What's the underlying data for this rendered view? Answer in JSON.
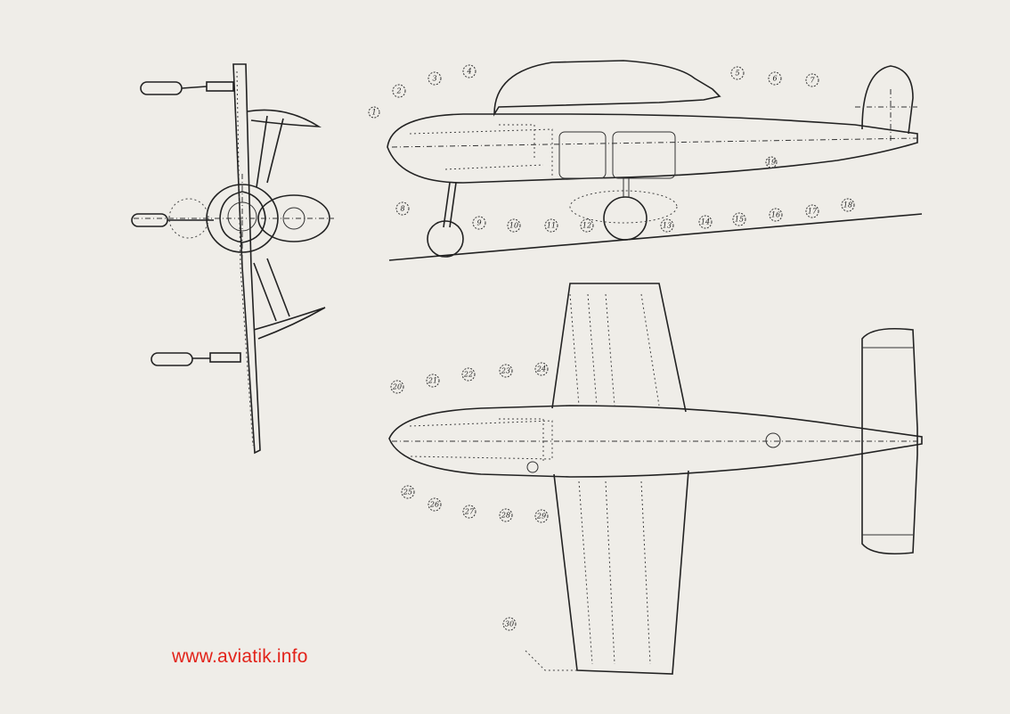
{
  "watermark": "www.aviatik.info",
  "side_view": {
    "callouts_top": [
      "1",
      "2",
      "3",
      "4",
      "5",
      "6",
      "7"
    ],
    "callouts_bottom": [
      "8",
      "9",
      "10",
      "11",
      "12",
      "13",
      "14",
      "15",
      "16",
      "17",
      "18",
      "19"
    ]
  },
  "plan_view": {
    "callouts_top": [
      "20",
      "21",
      "22",
      "23",
      "24"
    ],
    "callouts_bottom": [
      "25",
      "26",
      "27",
      "28",
      "29"
    ],
    "callout_wing": "30"
  }
}
